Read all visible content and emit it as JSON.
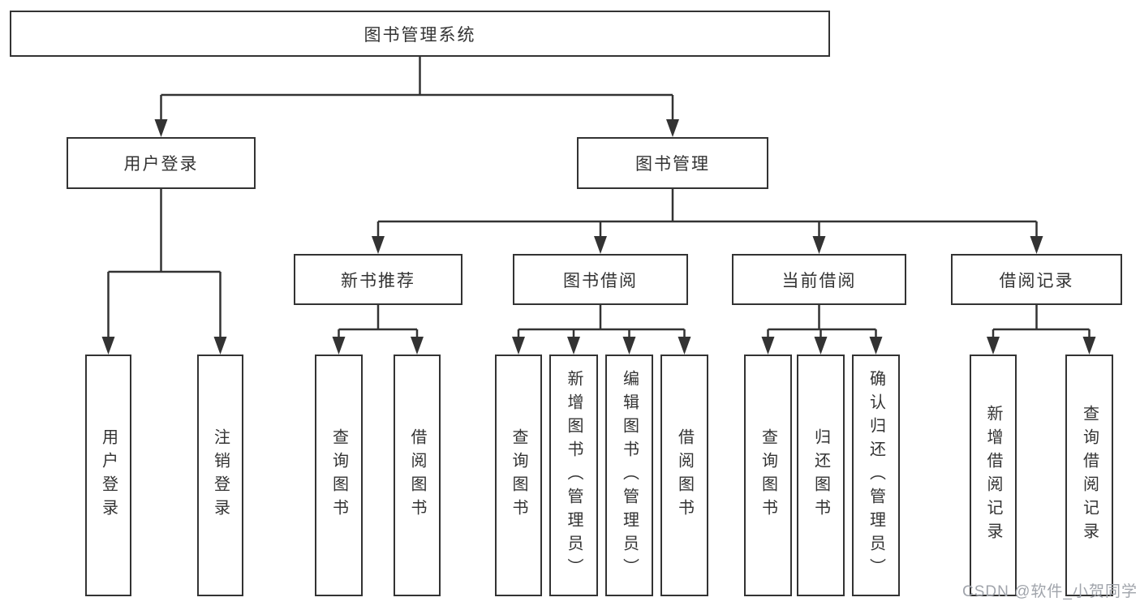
{
  "tree": {
    "root": {
      "label": "图书管理系统",
      "children": [
        {
          "label": "用户登录",
          "children": [
            {
              "label": "用户登录"
            },
            {
              "label": "注销登录"
            }
          ]
        },
        {
          "label": "图书管理",
          "children": [
            {
              "label": "新书推荐",
              "children": [
                {
                  "label": "查询图书"
                },
                {
                  "label": "借阅图书"
                }
              ]
            },
            {
              "label": "图书借阅",
              "children": [
                {
                  "label": "查询图书"
                },
                {
                  "label": "新增图书（管理员）"
                },
                {
                  "label": "编辑图书（管理员）"
                },
                {
                  "label": "借阅图书"
                }
              ]
            },
            {
              "label": "当前借阅",
              "children": [
                {
                  "label": "查询图书"
                },
                {
                  "label": "归还图书"
                },
                {
                  "label": "确认归还（管理员）"
                }
              ]
            },
            {
              "label": "借阅记录",
              "children": [
                {
                  "label": "新增借阅记录"
                },
                {
                  "label": "查询借阅记录"
                }
              ]
            }
          ]
        }
      ]
    }
  },
  "watermark": {
    "text": "CSDN @软件_小贺同学"
  },
  "colors": {
    "line": "#333333",
    "text": "#333333",
    "watermark": "#a0a4ab",
    "background": "#ffffff"
  }
}
